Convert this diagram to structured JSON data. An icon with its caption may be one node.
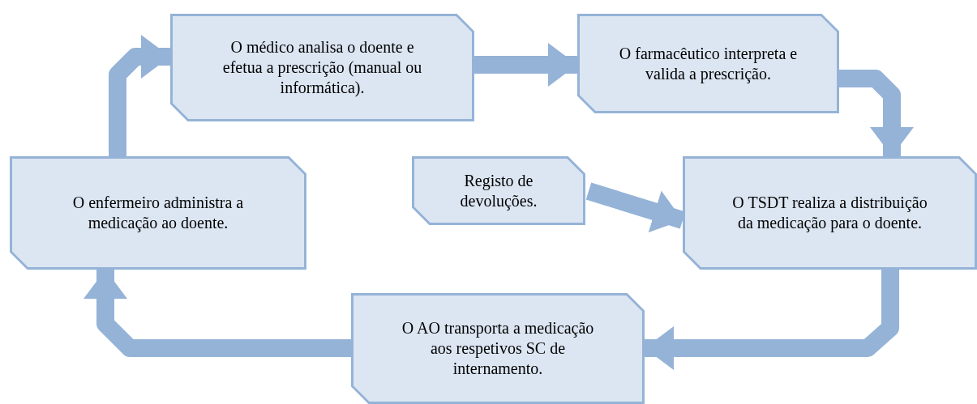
{
  "diagram": {
    "nodes": [
      {
        "text": [
          "O médico analisa o doente e efetua a prescrição (manual ou informática)."
        ]
      },
      {
        "text": [
          "O farmacêutico interpreta e valida a prescrição."
        ]
      },
      {
        "text": [
          "Registo de devoluções."
        ]
      },
      {
        "text": [
          "O TSDT realiza a distribuição da medicação para o doente."
        ]
      },
      {
        "text": [
          "O AO transporta a medicação aos respetivos SC de internamento."
        ]
      },
      {
        "text": [
          "O enfermeiro administra a medicação ao doente."
        ]
      }
    ],
    "edges": [
      {
        "from": 0,
        "to": 1,
        "arrow": "to"
      },
      {
        "from": 1,
        "to": 3,
        "arrow": "to"
      },
      {
        "from": 2,
        "to": 3,
        "arrow": "to"
      },
      {
        "from": 3,
        "to": 4,
        "arrow": "to"
      },
      {
        "from": 4,
        "to": 5,
        "arrow": "to"
      },
      {
        "from": 5,
        "to": 0,
        "arrow": "to"
      }
    ]
  }
}
